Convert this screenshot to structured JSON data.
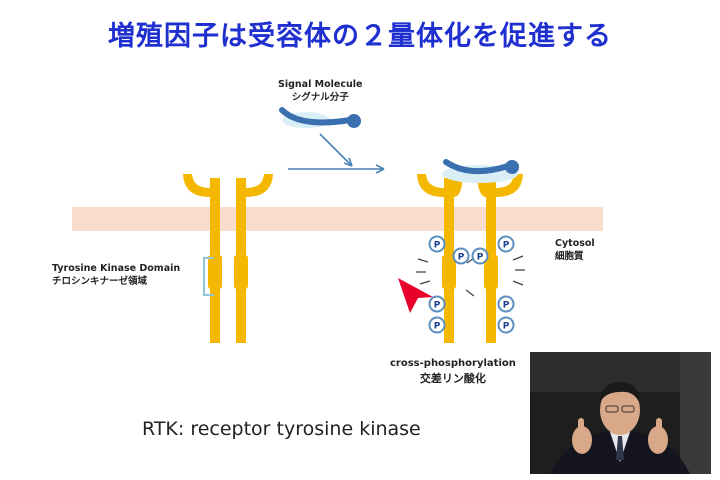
{
  "slide": {
    "title": "増殖因子は受容体の２量体化を促進する",
    "signal_label_en": "Signal Molecule",
    "signal_label_ja": "シグナル分子",
    "tk_label_en": "Tyrosine Kinase Domain",
    "tk_label_ja": "チロシンキナーゼ領域",
    "cytosol_en": "Cytosol",
    "cytosol_ja": "細胞質",
    "cross_en": "cross-phosphorylation",
    "cross_ja": "交差リン酸化",
    "footer": "RTK: receptor tyrosine kinase",
    "phospho_letter": "P"
  },
  "colors": {
    "title": "#1f2fd0",
    "membrane": "#f9dccb",
    "receptor": "#f5b800",
    "signal": "#3a6fb0",
    "pointer": "#e8002a"
  }
}
